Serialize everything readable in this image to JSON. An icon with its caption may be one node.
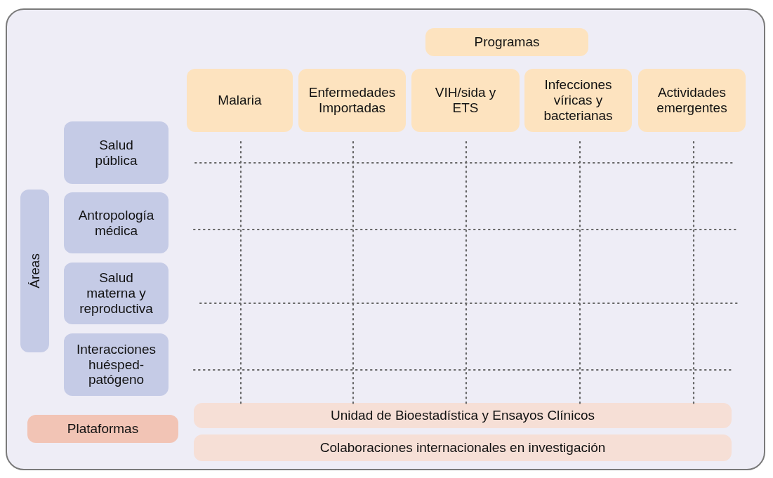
{
  "diagram": {
    "nodes": [
      {
        "text": [],
        "shape": "box"
      },
      {
        "text": [
          "Programas"
        ],
        "in": 0
      },
      {
        "text": [
          "Malaria"
        ],
        "in": 0
      },
      {
        "text": [
          "Enfermedades Importadas"
        ],
        "in": 0
      },
      {
        "text": [
          "VIH/sida y ETS"
        ],
        "in": 0
      },
      {
        "text": [
          "Infecciones víricas y bacterianas"
        ],
        "in": 0
      },
      {
        "text": [
          "Actividades emergentes"
        ],
        "in": 0
      },
      {
        "text": [
          "Áreas"
        ],
        "in": 0
      },
      {
        "text": [
          "Salud pública"
        ],
        "in": 0
      },
      {
        "text": [
          "Antropología médica"
        ],
        "in": 0
      },
      {
        "text": [
          "Salud materna y reproductiva"
        ],
        "in": 0
      },
      {
        "text": [
          "Interacciones huésped-patógeno"
        ],
        "in": 0
      },
      {
        "text": [
          "Plataformas"
        ],
        "in": 0
      },
      {
        "text": [
          "Unidad de Bioestadística y Ensayos Clínicos"
        ],
        "in": 0
      },
      {
        "text": [
          "Colaboraciones internacionales en investigación"
        ],
        "in": 0
      }
    ],
    "edges": []
  }
}
